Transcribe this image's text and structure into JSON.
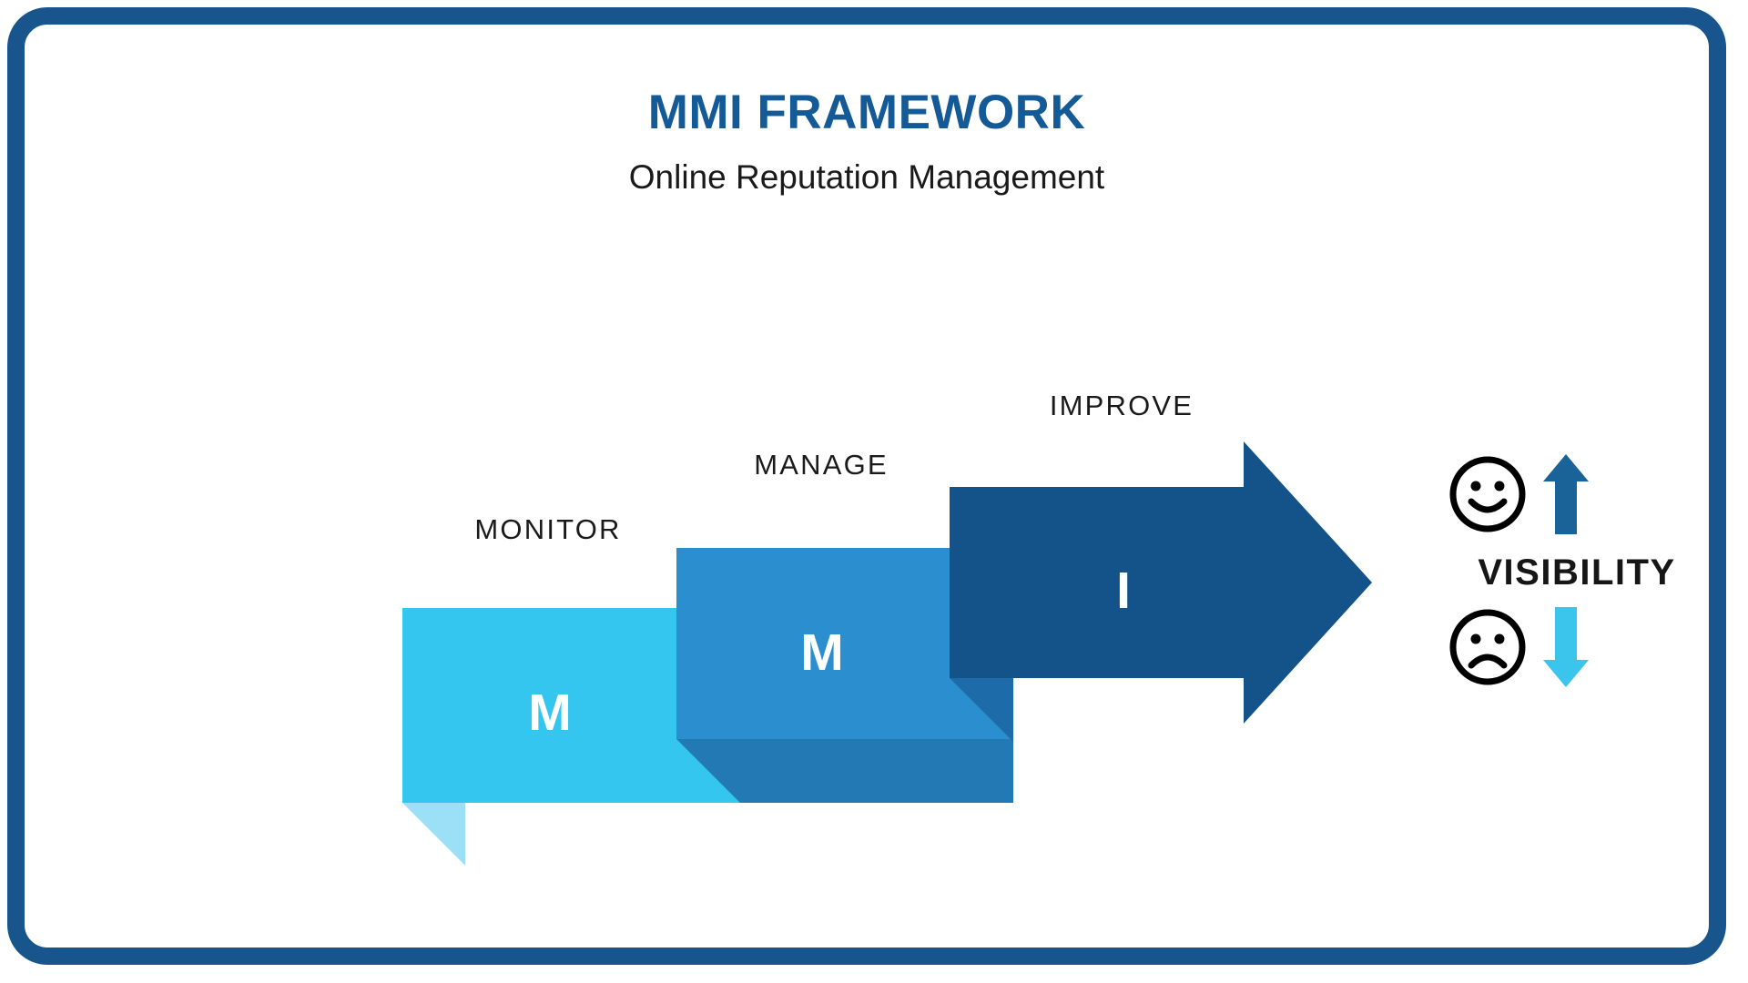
{
  "header": {
    "title": "MMI FRAMEWORK",
    "subtitle": "Online Reputation Management"
  },
  "colors": {
    "frame_border": "#17558C",
    "title": "#135A96",
    "step1_fill": "#35C6EF",
    "step1_tail": "#9BE0F6",
    "step2_fill": "#2B8FCF",
    "step2_tail": "#2279B4",
    "step3_fill": "#14538A",
    "step3_tail": "#1D6BA8",
    "arrow_up": "#1A6399",
    "arrow_down": "#3BC4EC",
    "text_dark": "#1a1a1a"
  },
  "diagram": {
    "type": "process-flow",
    "steps": [
      {
        "id": "monitor",
        "caption": "MONITOR",
        "letter": "M",
        "order": 1
      },
      {
        "id": "manage",
        "caption": "MANAGE",
        "letter": "M",
        "order": 2
      },
      {
        "id": "improve",
        "caption": "IMPROVE",
        "letter": "I",
        "order": 3
      }
    ],
    "outcome": {
      "label": "VISIBILITY",
      "up": {
        "icon": "happy-face-icon",
        "arrow": "arrow-up-icon"
      },
      "down": {
        "icon": "sad-face-icon",
        "arrow": "arrow-down-icon"
      }
    }
  }
}
